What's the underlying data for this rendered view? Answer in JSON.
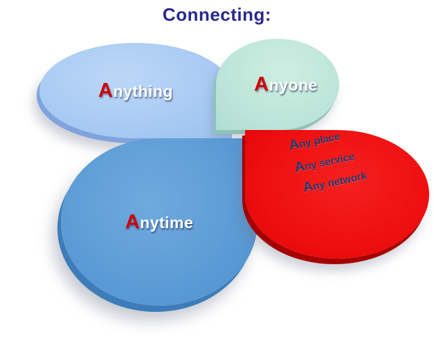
{
  "title": "Connecting:",
  "colors": {
    "title_text": "#28288E",
    "petal_anything": "#A6C9F2",
    "petal_anyone": "#BCE4D8",
    "petal_anytime": "#5B9BD5",
    "petal_services": "#EE0F0F",
    "initial_accent_red": "#D00000",
    "services_text_navy": "#1F3A6E",
    "petal_label_white": "#FFFFFF"
  },
  "petals": {
    "anything": {
      "first": "A",
      "rest": "nything"
    },
    "anyone": {
      "first": "A",
      "rest": "nyone"
    },
    "anytime": {
      "first": "A",
      "rest": "nytime"
    },
    "services": {
      "lines": [
        {
          "first": "A",
          "rest": "ny place"
        },
        {
          "first": "A",
          "rest": "ny service"
        },
        {
          "first": "A",
          "rest": "ny network"
        }
      ]
    }
  }
}
